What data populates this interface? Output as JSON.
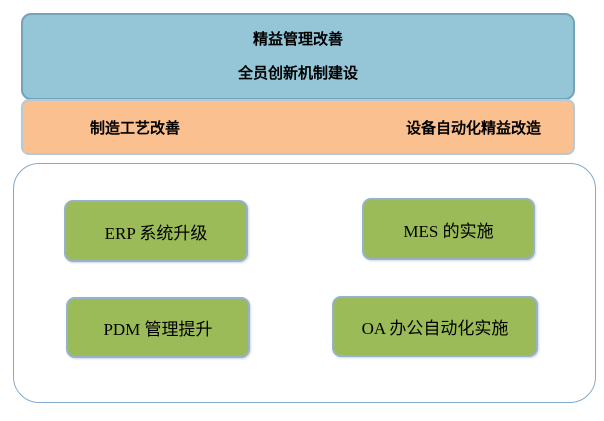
{
  "diagram": {
    "header": {
      "line1": "精益管理改善",
      "line2": "全员创新机制建设"
    },
    "subheader": {
      "items": [
        {
          "label": "制造工艺改善"
        },
        {
          "label": "设备自动化精益改造"
        }
      ]
    },
    "modules": {
      "items": [
        {
          "label": "ERP 系统升级"
        },
        {
          "label": "MES 的实施"
        },
        {
          "label": "PDM 管理提升"
        },
        {
          "label": "OA 办公自动化实施"
        }
      ]
    },
    "colors": {
      "header_fill": "#94c6d7",
      "header_border": "#74a3b8",
      "subheader_fill": "#fac090",
      "subheader_border": "#b3cbd9",
      "container_border": "#84aacb",
      "module_fill": "#9bbb59",
      "module_border": "#97b1ca",
      "text": "#000000"
    }
  }
}
